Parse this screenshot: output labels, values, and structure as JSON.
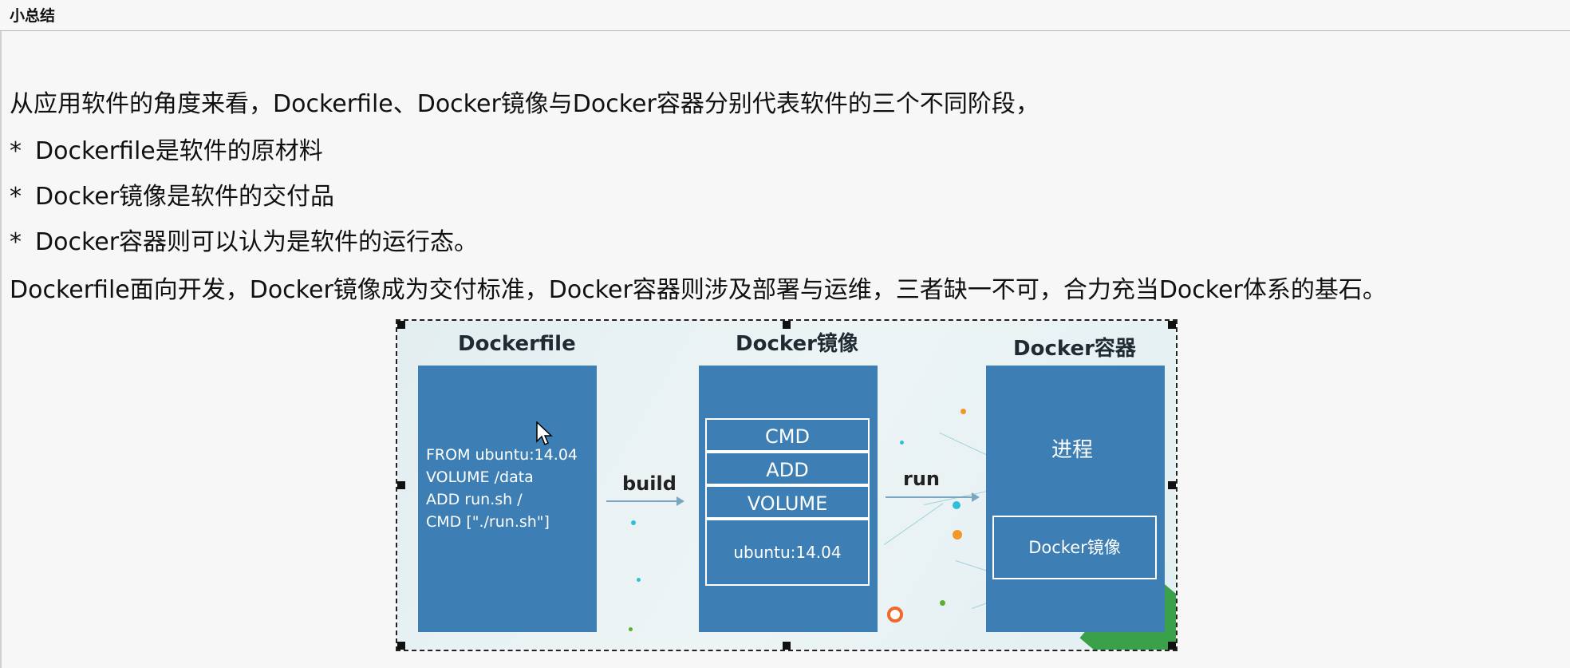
{
  "header": {
    "title": "小总结"
  },
  "document": {
    "intro": "从应用软件的角度来看，Dockerfile、Docker镜像与Docker容器分别代表软件的三个不同阶段，",
    "bullets": [
      {
        "marker": "*",
        "text": "Dockerfile是软件的原材料"
      },
      {
        "marker": "*",
        "text": "Docker镜像是软件的交付品"
      },
      {
        "marker": "*",
        "text": "Docker容器则可以认为是软件的运行态。"
      }
    ],
    "conclusion": "Dockerfile面向开发，Docker镜像成为交付标准，Docker容器则涉及部署与运维，三者缺一不可，合力充当Docker体系的基石。"
  },
  "diagram": {
    "dockerfile": {
      "title": "Dockerfile",
      "lines": [
        "FROM ubuntu:14.04",
        "VOLUME /data",
        "ADD run.sh /",
        "CMD [\"./run.sh\"]"
      ]
    },
    "build_label": "build",
    "image": {
      "title": "Docker镜像",
      "layers": [
        "CMD",
        "ADD",
        "VOLUME",
        "ubuntu:14.04"
      ]
    },
    "run_label": "run",
    "container": {
      "title": "Docker容器",
      "process": "进程",
      "inner_image": "Docker镜像"
    },
    "colors": {
      "panel": "#3d7fb4",
      "accent_orange": "#f0962a",
      "accent_green": "#5ab030"
    }
  },
  "cursor": {
    "icon": "mouse-pointer-icon"
  }
}
